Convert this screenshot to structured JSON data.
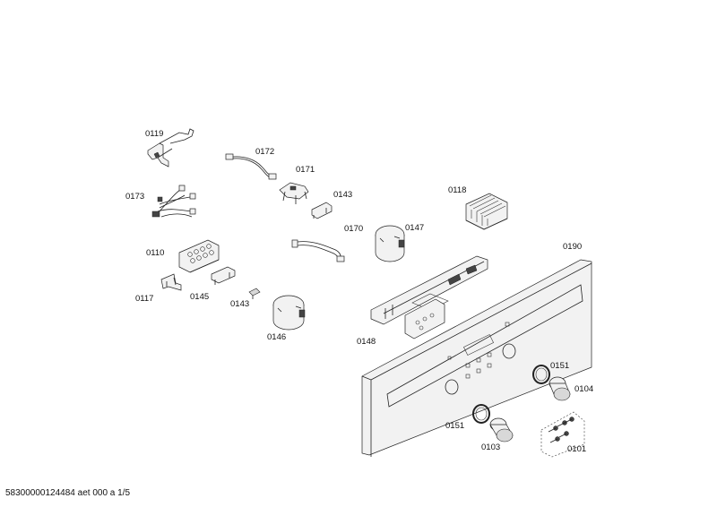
{
  "parts": [
    {
      "id": "p0119",
      "label": "0119"
    },
    {
      "id": "p0172",
      "label": "0172"
    },
    {
      "id": "p0171",
      "label": "0171"
    },
    {
      "id": "p0173",
      "label": "0173"
    },
    {
      "id": "p0143a",
      "label": "0143"
    },
    {
      "id": "p0118",
      "label": "0118"
    },
    {
      "id": "p0170",
      "label": "0170"
    },
    {
      "id": "p0147",
      "label": "0147"
    },
    {
      "id": "p0110",
      "label": "0110"
    },
    {
      "id": "p0117",
      "label": "0117"
    },
    {
      "id": "p0145",
      "label": "0145"
    },
    {
      "id": "p0143b",
      "label": "0143"
    },
    {
      "id": "p0146",
      "label": "0146"
    },
    {
      "id": "p0148",
      "label": "0148"
    },
    {
      "id": "p0190",
      "label": "0190"
    },
    {
      "id": "p0151a",
      "label": "0151"
    },
    {
      "id": "p0104",
      "label": "0104"
    },
    {
      "id": "p0151b",
      "label": "0151"
    },
    {
      "id": "p0103",
      "label": "0103"
    },
    {
      "id": "p0101",
      "label": "0101"
    }
  ],
  "footer": "58300000124484 aet 000 a 1/5"
}
